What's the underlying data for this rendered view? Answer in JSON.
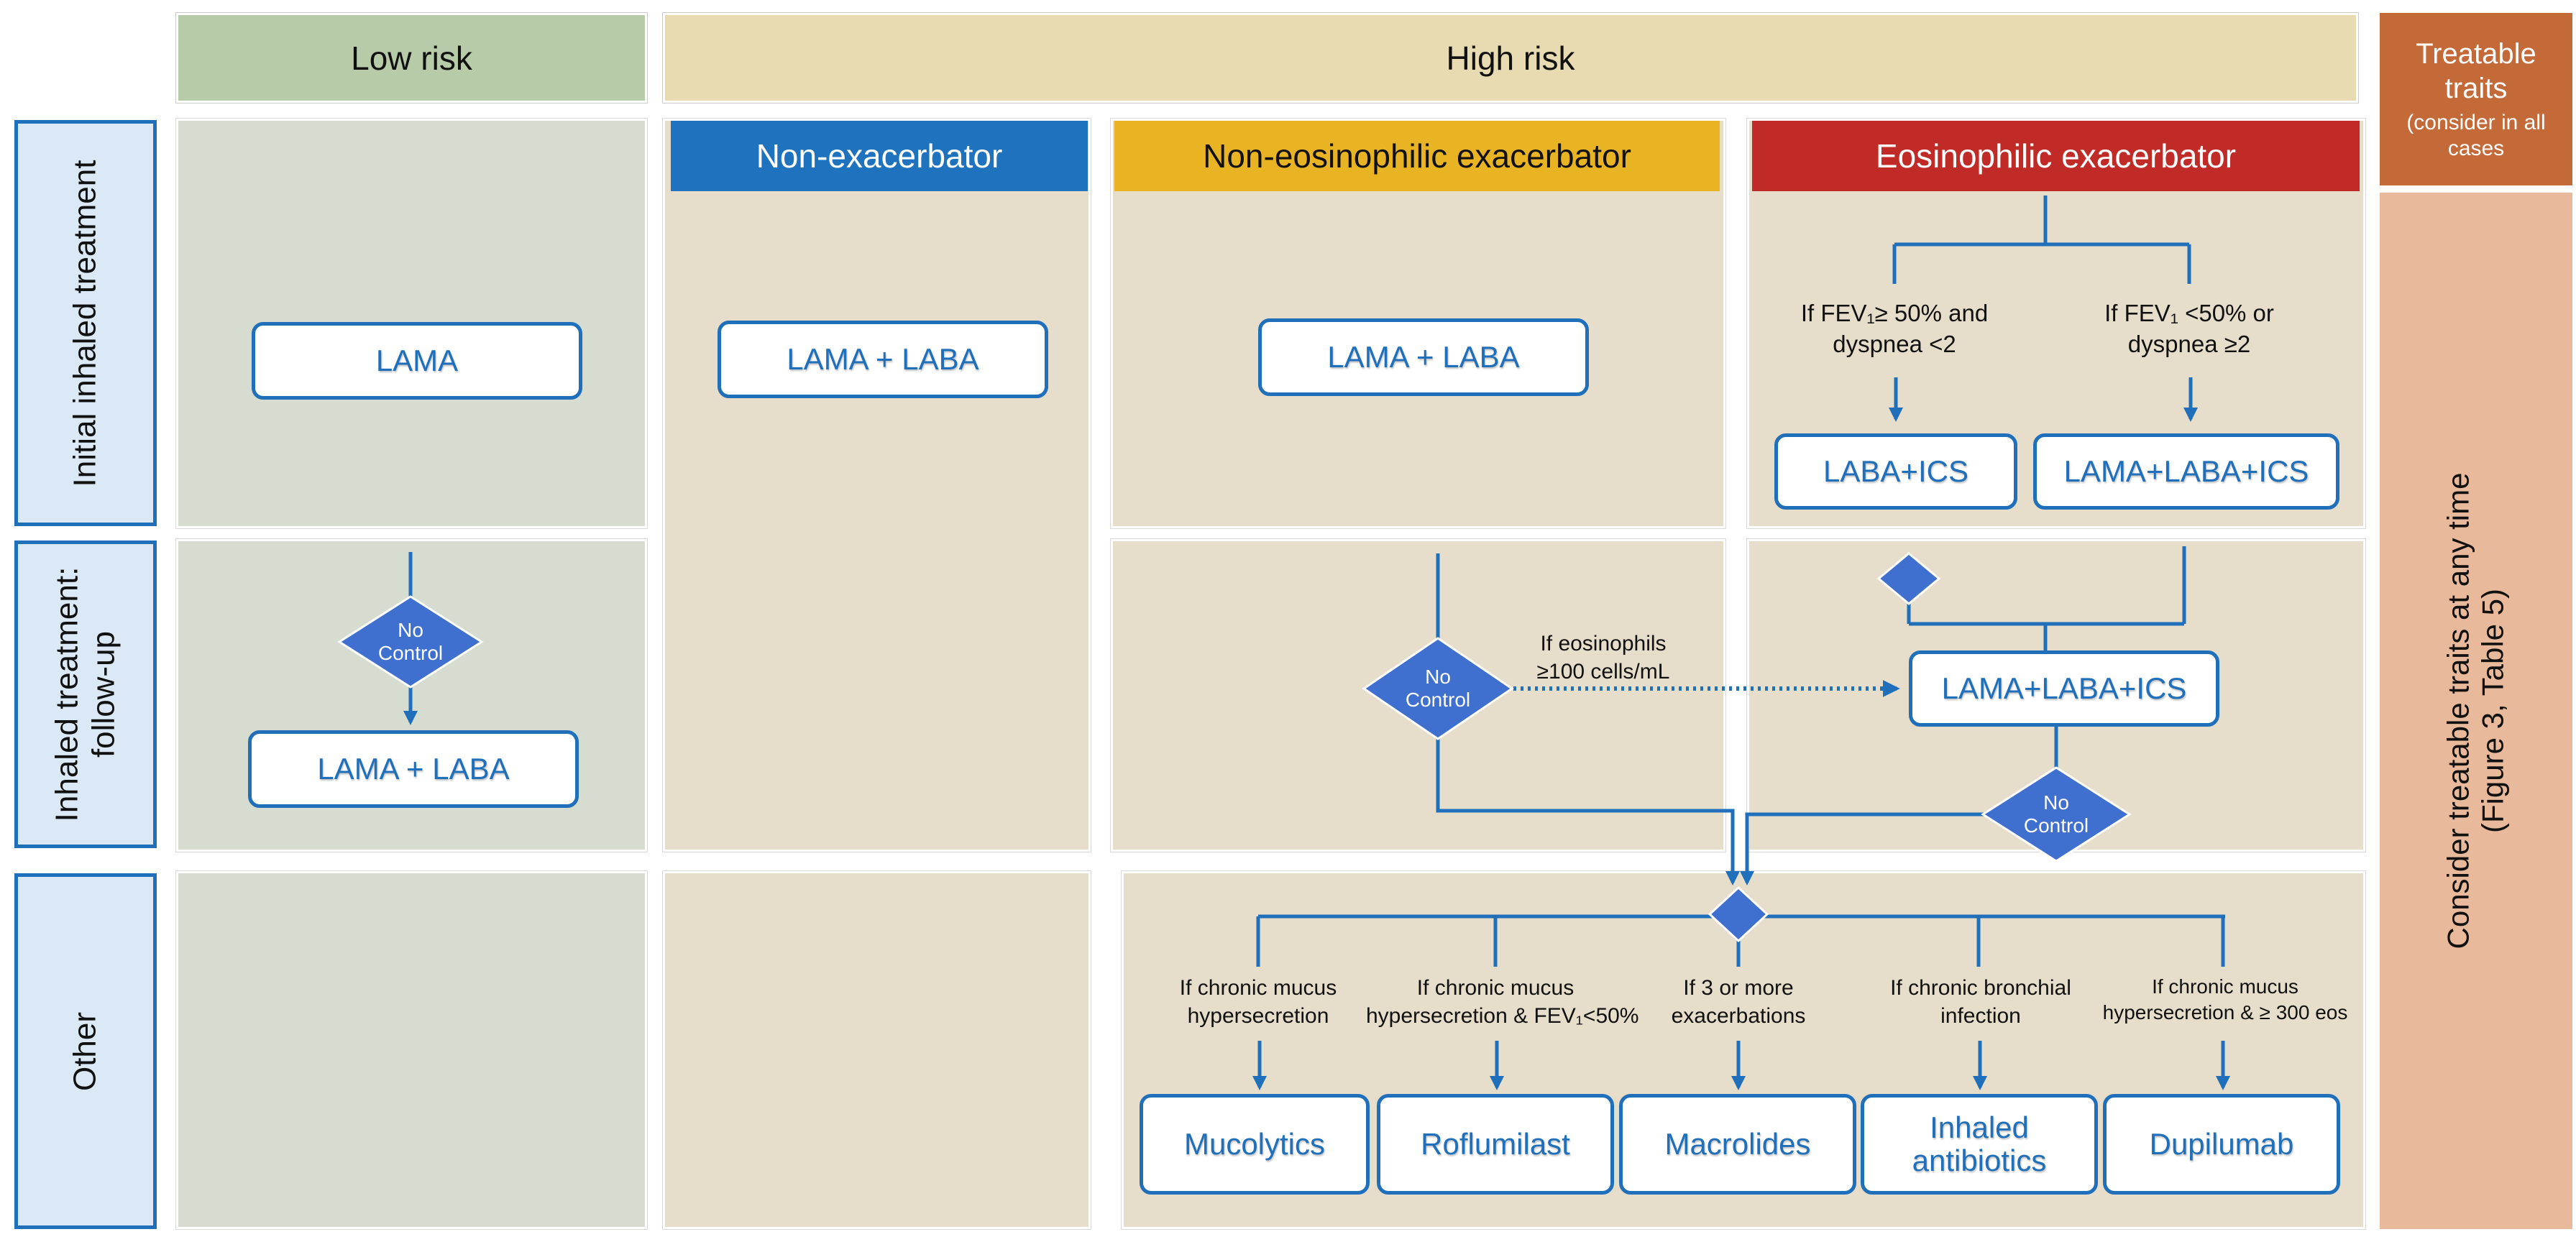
{
  "columns": {
    "low_risk": "Low risk",
    "high_risk": "High risk",
    "treatable_traits": "Treatable traits",
    "treatable_traits_note": "(consider in all cases"
  },
  "rows": {
    "initial": "Initial inhaled treatment",
    "followup_line1": "Inhaled treatment:",
    "followup_line2": "follow-up",
    "other": "Other"
  },
  "phenotypes": {
    "non_exacerbator": "Non-exacerbator",
    "non_eos": "Non-eosinophilic exacerbator",
    "eos": "Eosinophilic exacerbator"
  },
  "treatments": {
    "low_initial": "LAMA",
    "nonexac_initial": "LAMA + LABA",
    "noneos_initial": "LAMA + LABA",
    "eos_initial_a": "LABA+ICS",
    "eos_initial_b": "LAMA+LABA+ICS",
    "low_followup": "LAMA + LABA",
    "triple_followup": "LAMA+LABA+ICS",
    "mucolytics": "Mucolytics",
    "roflumilast": "Roflumilast",
    "macrolides": "Macrolides",
    "inhaled_antibiotics": "Inhaled antibiotics",
    "dupilumab": "Dupilumab"
  },
  "conditions": {
    "fev_high_1": "If FEV₁≥ 50% and",
    "fev_high_2": "dyspnea <2",
    "fev_low_1": "If FEV₁ <50% or",
    "fev_low_2": "dyspnea ≥2",
    "eos_100_1": "If eosinophils",
    "eos_100_2": "≥100 cells/mL",
    "mucus_1": "If chronic mucus",
    "mucus_2": "hypersecretion",
    "mucus_fev_1": "If chronic mucus",
    "mucus_fev_2": "hypersecretion & FEV₁<50%",
    "exac_1": "If 3 or more",
    "exac_2": "exacerbations",
    "bronch_1": "If chronic bronchial",
    "bronch_2": "infection",
    "mucus_eos_1": "If chronic mucus",
    "mucus_eos_2": "hypersecretion & ≥ 300 eos"
  },
  "decision": {
    "no_control_1": "No",
    "no_control_2": "Control"
  },
  "side_note": {
    "line1": "Consider treatable traits at any time",
    "line2": "(Figure 3, Table 5)"
  },
  "colors": {
    "low_header": "#b7cba8",
    "high_header": "#e8dbb2",
    "non_exacerbator": "#1f72bd",
    "non_eos": "#e9b424",
    "eos": "#c12b27",
    "traits_header": "#c46a39",
    "traits_body": "#e8b99a",
    "flow_blue": "#1f6fba",
    "diamond": "#3f6fcf"
  }
}
